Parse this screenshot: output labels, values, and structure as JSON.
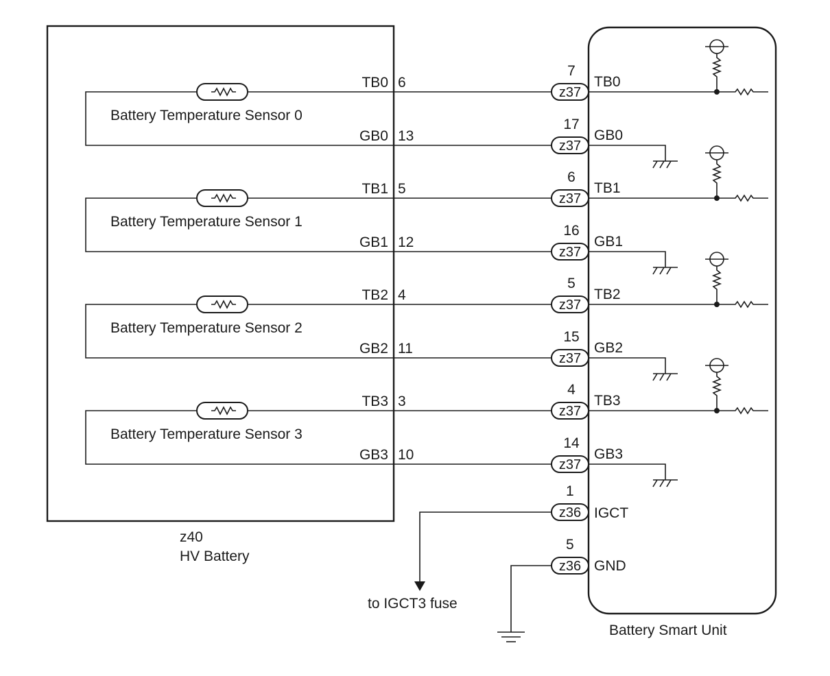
{
  "hv_battery": {
    "code": "z40",
    "name": "HV Battery"
  },
  "smart_unit": {
    "name": "Battery Smart Unit"
  },
  "sensors": [
    {
      "label": "Battery Temperature Sensor 0",
      "signal": {
        "name": "TB0",
        "batt_pin": "6",
        "conn_pin": "7",
        "connector": "z37"
      },
      "ground": {
        "name": "GB0",
        "batt_pin": "13",
        "conn_pin": "17",
        "connector": "z37"
      }
    },
    {
      "label": "Battery Temperature Sensor 1",
      "signal": {
        "name": "TB1",
        "batt_pin": "5",
        "conn_pin": "6",
        "connector": "z37"
      },
      "ground": {
        "name": "GB1",
        "batt_pin": "12",
        "conn_pin": "16",
        "connector": "z37"
      }
    },
    {
      "label": "Battery Temperature Sensor 2",
      "signal": {
        "name": "TB2",
        "batt_pin": "4",
        "conn_pin": "5",
        "connector": "z37"
      },
      "ground": {
        "name": "GB2",
        "batt_pin": "11",
        "conn_pin": "15",
        "connector": "z37"
      }
    },
    {
      "label": "Battery Temperature Sensor 3",
      "signal": {
        "name": "TB3",
        "batt_pin": "3",
        "conn_pin": "4",
        "connector": "z37"
      },
      "ground": {
        "name": "GB3",
        "batt_pin": "10",
        "conn_pin": "14",
        "connector": "z37"
      }
    }
  ],
  "power": {
    "igct": {
      "name": "IGCT",
      "conn_pin": "1",
      "connector": "z36",
      "destination": "to IGCT3 fuse"
    },
    "gnd": {
      "name": "GND",
      "conn_pin": "5",
      "connector": "z36"
    }
  }
}
